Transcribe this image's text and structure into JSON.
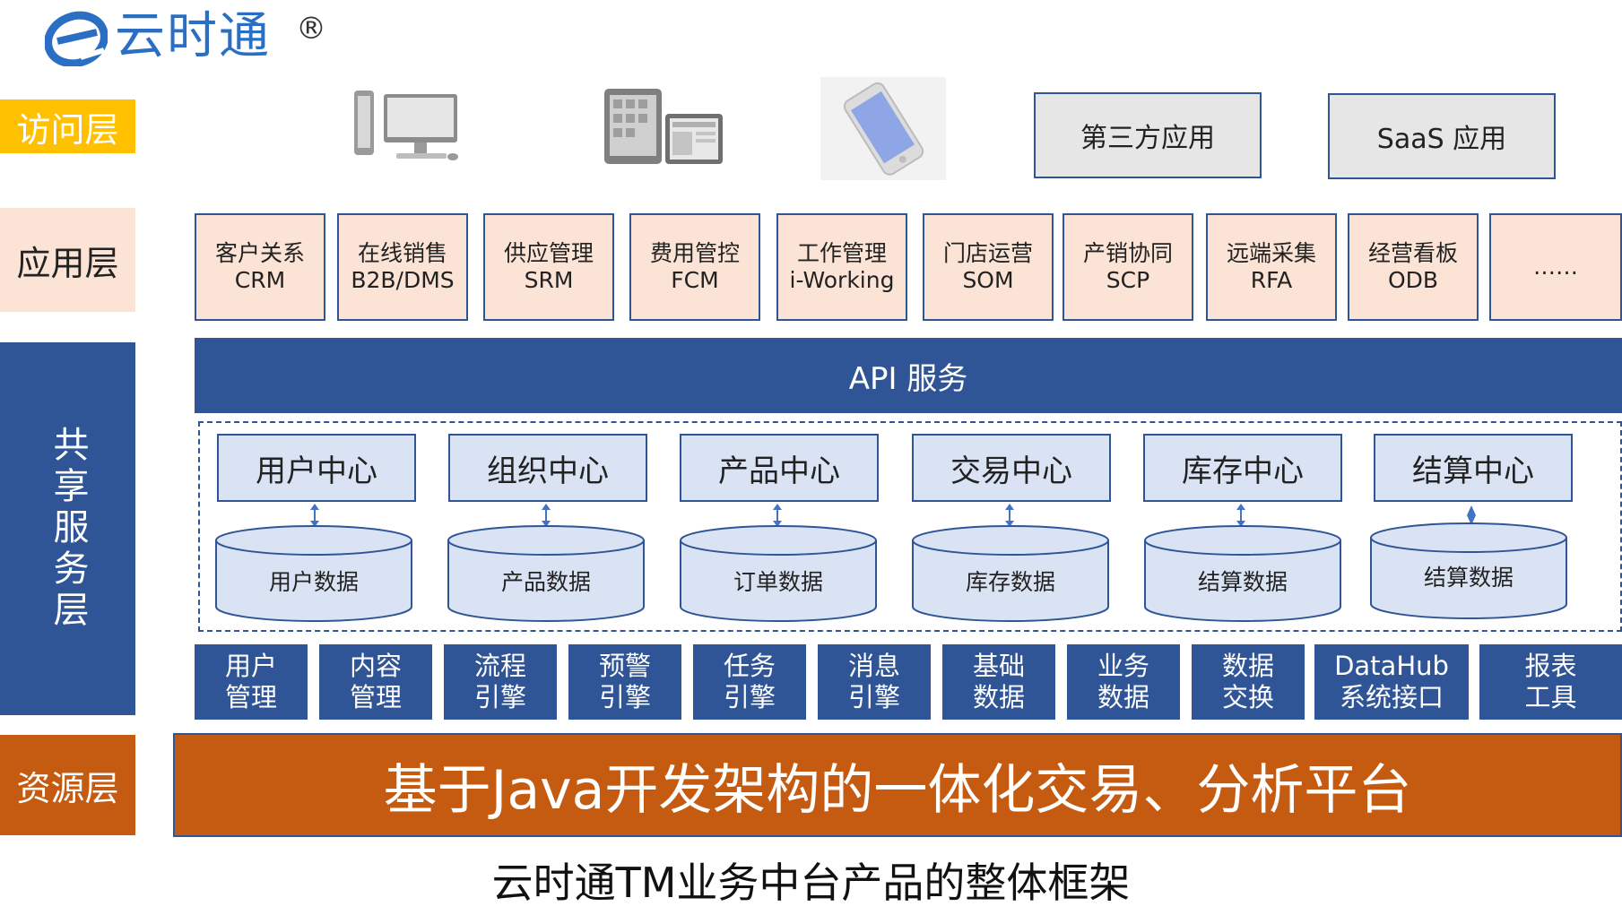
{
  "logo": {
    "text": "云时通",
    "reg": "®",
    "color": "#2a6fc4"
  },
  "layers": {
    "access": "访问层",
    "application": "应用层",
    "shared": "共享服务层",
    "resource": "资源层"
  },
  "access": {
    "devices": [
      "desktop-computer-icon",
      "tablet-icon",
      "smartphone-icon"
    ],
    "boxes": [
      "第三方应用",
      "SaaS 应用"
    ]
  },
  "app_modules": [
    {
      "line1": "客户关系",
      "line2": "CRM"
    },
    {
      "line1": "在线销售",
      "line2": "B2B/DMS"
    },
    {
      "line1": "供应管理",
      "line2": "SRM"
    },
    {
      "line1": "费用管控",
      "line2": "FCM"
    },
    {
      "line1": "工作管理",
      "line2": "i-Working"
    },
    {
      "line1": "门店运营",
      "line2": "SOM"
    },
    {
      "line1": "产销协同",
      "line2": "SCP"
    },
    {
      "line1": "远端采集",
      "line2": "RFA"
    },
    {
      "line1": "经营看板",
      "line2": "ODB"
    },
    {
      "line1": "……",
      "line2": ""
    }
  ],
  "api": "API 服务",
  "centers": [
    "用户中心",
    "组织中心",
    "产品中心",
    "交易中心",
    "库存中心",
    "结算中心"
  ],
  "databases": [
    "用户数据",
    "产品数据",
    "订单数据",
    "库存数据",
    "结算数据",
    "结算数据"
  ],
  "services": [
    {
      "line1": "用户",
      "line2": "管理"
    },
    {
      "line1": "内容",
      "line2": "管理"
    },
    {
      "line1": "流程",
      "line2": "引擎"
    },
    {
      "line1": "预警",
      "line2": "引擎"
    },
    {
      "line1": "任务",
      "line2": "引擎"
    },
    {
      "line1": "消息",
      "line2": "引擎"
    },
    {
      "line1": "基础",
      "line2": "数据"
    },
    {
      "line1": "业务",
      "line2": "数据"
    },
    {
      "line1": "数据",
      "line2": "交换"
    },
    {
      "line1": "DataHub",
      "line2": "系统接口"
    },
    {
      "line1": "报表",
      "line2": "工具"
    }
  ],
  "resource": "基于Java开发架构的一体化交易、分析平台",
  "caption": "云时通TM业务中台产品的整体框架",
  "colors": {
    "primary": "#2f5597",
    "accent_yellow": "#ffc000",
    "app_bg": "#fbe3d6",
    "resource": "#c55a11",
    "center_bg": "#dae3f3"
  }
}
